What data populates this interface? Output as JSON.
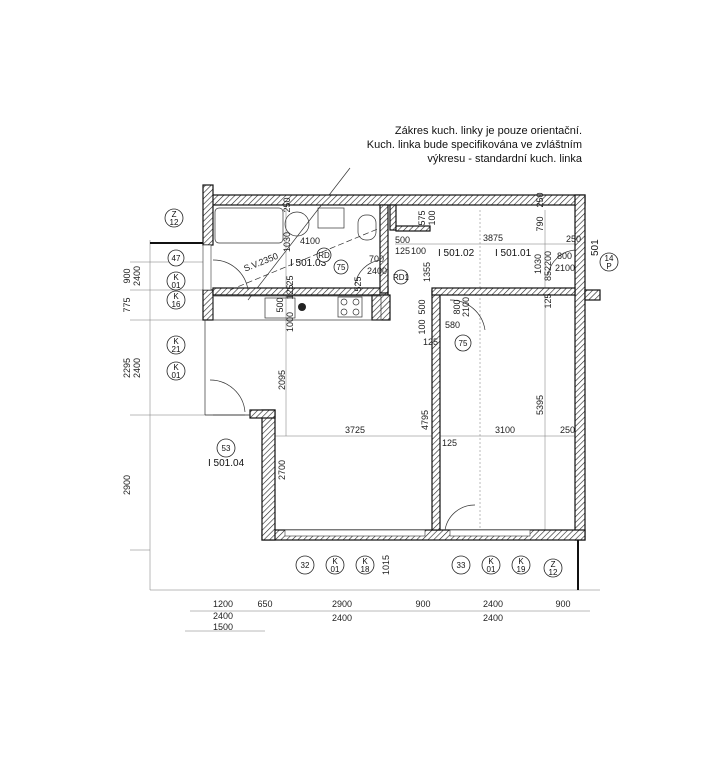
{
  "note": {
    "lines": [
      "Zákres kuch. linky je pouze orientační.",
      "Kuch. linka bude specifikována ve zvláštním",
      "výkresu - standardní kuch. linka"
    ]
  },
  "rooms": {
    "r03": "I 501.03",
    "r02": "I 501.02",
    "r01": "I 501.01",
    "r04": "I 501.04",
    "unit": "501"
  },
  "tags": {
    "rd": "RD",
    "rd1": "RD1",
    "t47": "47",
    "t53": "53",
    "t75": "75",
    "t32": "32",
    "t33": "33",
    "t75b": "75"
  },
  "grid_tags": [
    {
      "top": "Z",
      "bottom": "12"
    },
    {
      "top": "K",
      "bottom": "01"
    },
    {
      "top": "K",
      "bottom": "16"
    },
    {
      "top": "K",
      "bottom": "21"
    },
    {
      "top": "K",
      "bottom": "01"
    },
    {
      "top": "K",
      "bottom": "01"
    },
    {
      "top": "K",
      "bottom": "18"
    },
    {
      "top": "K",
      "bottom": "01"
    },
    {
      "top": "K",
      "bottom": "19"
    },
    {
      "top": "Z",
      "bottom": "12"
    },
    {
      "top": "14",
      "bottom": "P"
    }
  ],
  "dims": {
    "b1200": "1200",
    "b2400a": "2400",
    "b1500": "1500",
    "b650": "650",
    "b2900": "2900",
    "b2400b": "2400",
    "b900a": "900",
    "b2400c": "2400",
    "b2400d": "2400",
    "b900b": "900",
    "l900": "900",
    "l2400a": "2400",
    "l775": "775",
    "l2295": "2295",
    "l2400b": "2400",
    "l2900": "2900",
    "sv": "S.V.2350",
    "d4100": "4100",
    "d250a": "250",
    "d1030a": "1030",
    "d125a": "125",
    "d700": "700",
    "d2400": "2400",
    "d525": "525",
    "d500a": "500",
    "d125b": "125",
    "d100a": "100",
    "d1355": "1355",
    "d575": "575",
    "d100b": "100",
    "d3875": "3875",
    "d790": "790",
    "d250b": "250",
    "d1030b": "1030",
    "d800a": "800",
    "d2100a": "2100",
    "d852200": "852200",
    "d125c": "125",
    "d500b": "500",
    "d800b": "800",
    "d2100b": "2100",
    "d100c": "100",
    "d580": "580",
    "d125d": "125",
    "d500c": "500",
    "d1000": "1000",
    "d125e": "125",
    "d2095": "2095",
    "d3725": "3725",
    "d4795": "4795",
    "d3100": "3100",
    "d5395": "5395",
    "d125f": "125",
    "d250c": "250",
    "d2700": "2700",
    "d1015": "1015"
  }
}
